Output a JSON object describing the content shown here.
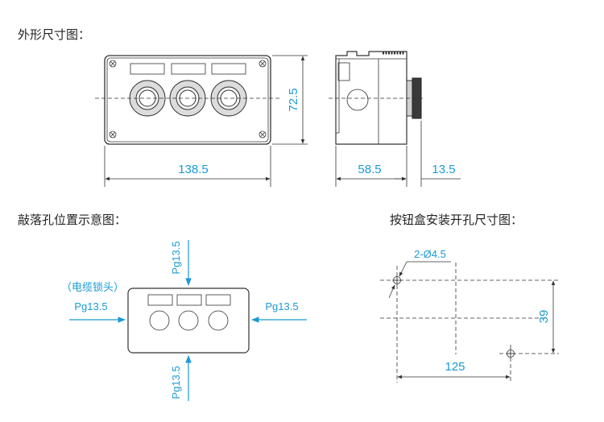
{
  "headings": {
    "outline": "外形尺寸图：",
    "knockout": "敲落孔位置示意图：",
    "cutout": "按钮盒安装开孔尺寸图："
  },
  "dimensions": {
    "width": "138.5",
    "height": "72.5",
    "depth": "58.5",
    "button_depth": "13.5",
    "hole_spacing_h": "125",
    "hole_spacing_v": "39",
    "hole_spec": "2-Ø4.5"
  },
  "knockouts": {
    "cable_lock_note": "（电缆锁头）",
    "top": "Pg13.5",
    "left": "Pg13.5",
    "right": "Pg13.5",
    "bottom": "Pg13.5"
  },
  "colors": {
    "dimension": "#1b9ad6",
    "outline": "#333333"
  }
}
